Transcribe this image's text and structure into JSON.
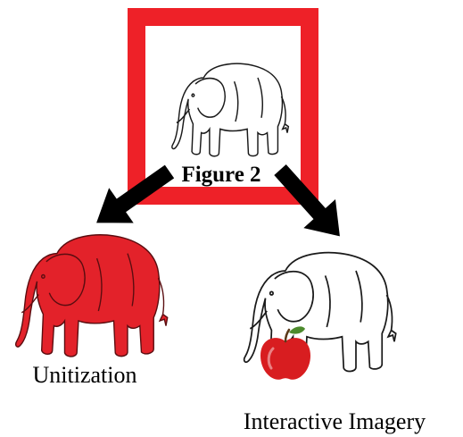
{
  "figure_label": "Figure 2",
  "left_label": "Unitization",
  "right_label": "Interactive Imagery",
  "colors": {
    "frame_red": "#ee2128",
    "elephant_red": "#e3222a",
    "apple_red": "#d81d20",
    "arrow_black": "#000000",
    "line_black": "#1a1a1a",
    "apple_leaf": "#4c8a2c"
  },
  "icons": {
    "top_image": "elephant-outline-icon",
    "left_image": "elephant-red-filled-icon",
    "right_image": "elephant-outline-icon",
    "right_accessory": "apple-icon"
  }
}
